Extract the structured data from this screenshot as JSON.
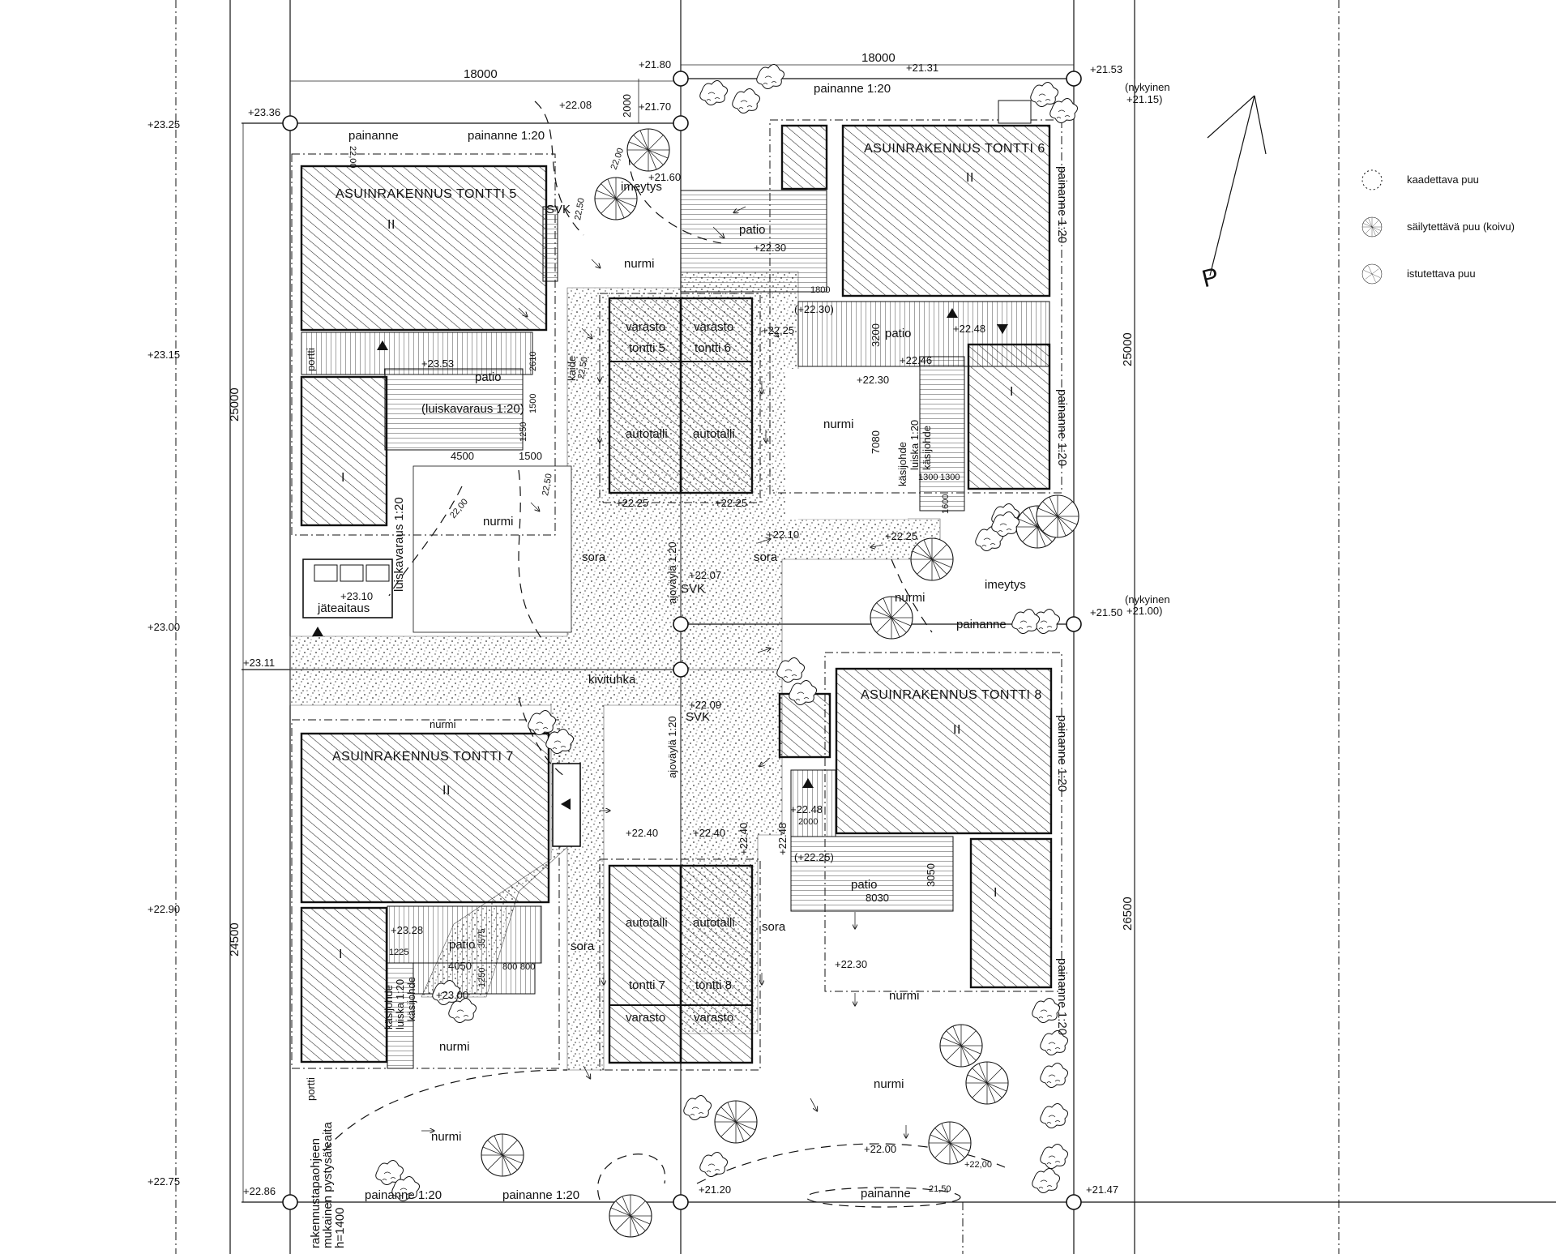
{
  "dimensions": {
    "width_top_left": "18000",
    "width_top_right": "18000",
    "depth_left_upper": "25000",
    "depth_left_lower": "24500",
    "depth_right_upper": "25000",
    "depth_right_lower": "26500",
    "offset_top": "2000",
    "garage_gap": "2000",
    "patio6_height": "3200",
    "ramp6_length": "7080",
    "patio8_width": "8030",
    "patio8_depth": "3050",
    "patio5_depth": "2610",
    "patio5_ramp_a": "1500",
    "patio5_ramp_b": "1250",
    "patio5_width": "4500",
    "patio5_ramp_c": "1500",
    "ramp6_a": "1300",
    "ramp6_b": "1300",
    "ramp6_c": "1600",
    "patio6_dim": "1800",
    "patio7_a": "1225",
    "patio7_b": "4050",
    "patio7_c": "800",
    "patio7_d": "800",
    "patio7_e": "3575",
    "patio7_f": "1250"
  },
  "levels": {
    "nw": "+23.36",
    "ne_mid": "+21.80",
    "ne": "+21.53",
    "ne_note": "(nykyinen",
    "ne_note_val": "+21.15)",
    "top_mid": "+21.31",
    "l_22_08": "+22.08",
    "l_21_70": "+21.70",
    "l_21_60": "+21.60",
    "l_22_30_a": "+22.30",
    "l_22_30_b": "(+22.30)",
    "l_22_25_a": "+22.25",
    "l_22_48_a": "+22.48",
    "l_22_46": "+22.46",
    "l_22_30_c": "+22.30",
    "l_23_53": "+23.53",
    "l_22_25_b": "+22.25",
    "l_22_25_c": "+22.25",
    "l_22_10": "+22.10",
    "l_22_25_d": "+22.25",
    "l_22_07": "+22.07",
    "l_23_10": "+23.10",
    "w_mid": "+23.11",
    "e_mid": "+21.50",
    "e_mid_note": "(nykyinen",
    "e_mid_note_val": "+21.00)",
    "l_22_09": "+22.09",
    "l_22_48_b": "+22.48",
    "l_22_25_e": "(+22.25)",
    "l_22_40_a": "+22.40",
    "l_22_40_b": "+22.40",
    "l_22_40_c": "+22.40",
    "l_22_48_c": "+22.48",
    "l_23_28": "+23.28",
    "l_23_00": "+23.00",
    "l_22_30_d": "+22.30",
    "l_22_00": "+22.00",
    "sw": "+22.86",
    "s_mid": "+21.20",
    "se": "+21.47",
    "road_1": "+23.25",
    "road_2": "+23.15",
    "road_3": "+23.00",
    "road_4": "+22.90",
    "road_5": "+22.75",
    "c_22_00_a": "22,00",
    "c_22_50": "22,50",
    "c_22_50_b": "22,50",
    "c_22_00_b": "22,00",
    "c_21_50": "21,50",
    "c_22_00_c": "22,00",
    "c_22_50_c": "22,50",
    "c_22_00_d": "+22,00"
  },
  "labels": {
    "house5": "ASUINRAKENNUS  TONTTI 5",
    "house6": "ASUINRAKENNUS  TONTTI 6",
    "house7": "ASUINRAKENNUS  TONTTI 7",
    "house8": "ASUINRAKENNUS  TONTTI 8",
    "floors_two": "II",
    "floors_one": "I",
    "varasto": "varasto",
    "tontti5": "tontti 5",
    "tontti6": "tontti 6",
    "tontti7": "tontti 7",
    "tontti8": "tontti 8",
    "autotalli": "autotalli",
    "patio": "patio",
    "nurmi": "nurmi",
    "sora": "sora",
    "imeytys": "imeytys",
    "painanne": "painanne",
    "painanne_1_20": "painanne  1:20",
    "painanne_1_20b": "painanne 1:20",
    "painanne_v": "painanne  1:20",
    "ajovayla": "ajoväylä 1:20",
    "kivituhka": "kivituhka",
    "svk": "SVK",
    "jateaitaus": "jäteaitaus",
    "luiskavaraus": "(luiskavaraus 1:20)",
    "luiskavaraus_v": "luiskavaraus 1:20",
    "kaide": "kaide",
    "portti": "portti",
    "kasijohde": "käsijohde",
    "luiska": "luiska 1:20",
    "fence_1": "rakennustapaohjeen",
    "fence_2": "mukainen pystysäleaita",
    "fence_3": "h=1400"
  },
  "legend": {
    "remove": "kaadettava puu",
    "keep": "säilytettävä puu (koivu)",
    "plant": "istutettava puu"
  },
  "north": {
    "label": "P"
  },
  "colors": {
    "line": "#111111",
    "background": "#ffffff"
  }
}
